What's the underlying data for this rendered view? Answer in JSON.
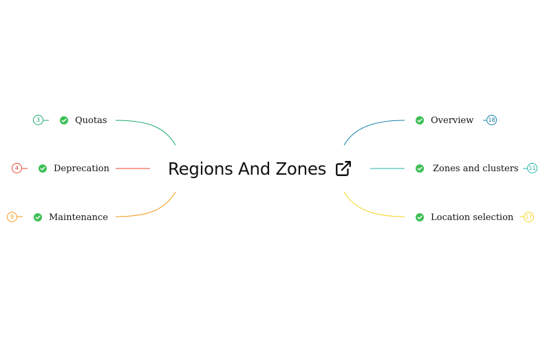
{
  "map": {
    "title": "Regions And Zones",
    "title_icon": "external-link-icon",
    "check_color": "#3dbf55",
    "left": [
      {
        "label": "Quotas",
        "count": "3",
        "color": "#1aaa6a",
        "icon": "check-circle-icon"
      },
      {
        "label": "Deprecation",
        "count": "4",
        "color": "#ee4433",
        "icon": "check-circle-icon"
      },
      {
        "label": "Maintenance",
        "count": "9",
        "color": "#f29a18",
        "icon": "check-circle-icon"
      }
    ],
    "right": [
      {
        "label": "Overview",
        "count": "18",
        "color": "#1580a8",
        "icon": "check-circle-icon"
      },
      {
        "label": "Zones and clusters",
        "count": "11",
        "color": "#23b3a6",
        "icon": "check-circle-icon"
      },
      {
        "label": "Location selection",
        "count": "17",
        "color": "#f5d31c",
        "icon": "check-circle-icon"
      }
    ]
  }
}
